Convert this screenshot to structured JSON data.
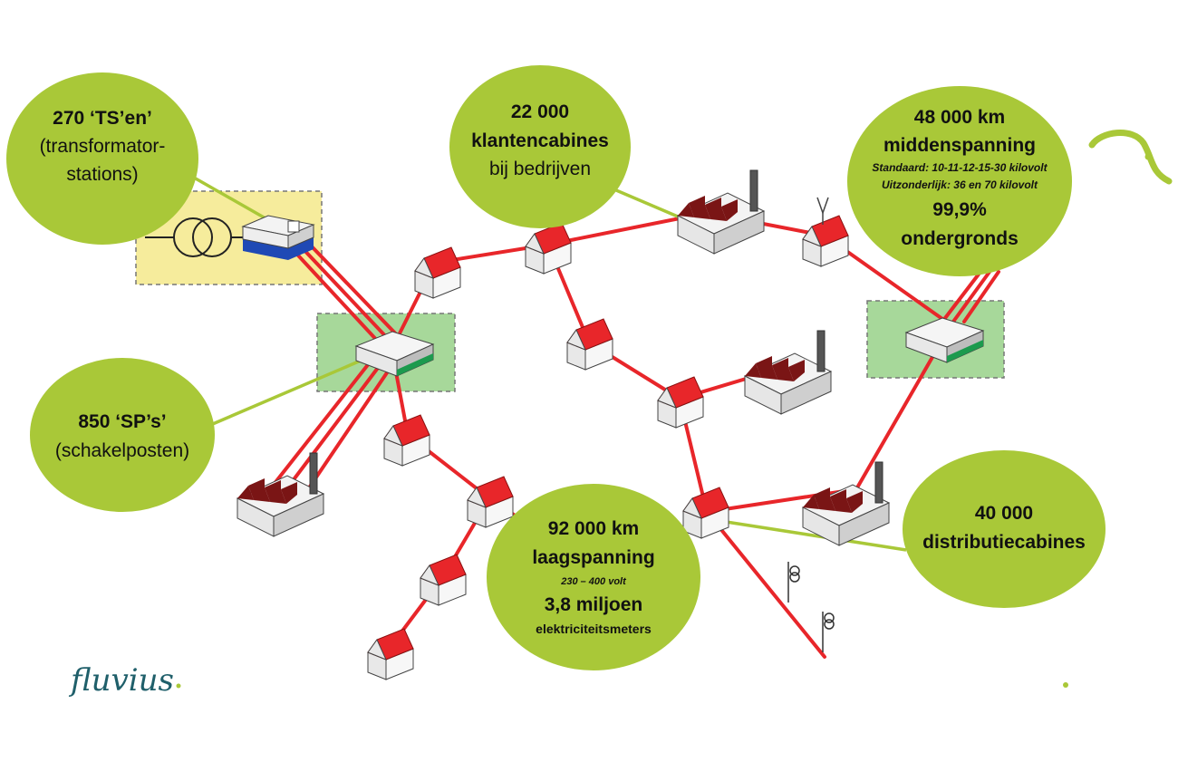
{
  "colors": {
    "bubble": "#a9c838",
    "cable": "#e8262a",
    "connector": "#a9c838",
    "ts_box": "#f6ec9c",
    "sp_box": "#a7d89a",
    "roof": "#e8262a",
    "factory_roof": "#7a1515",
    "ts_stripe": "#1f49b5",
    "sp_stripe": "#1c9a4e",
    "logo": "#1f5f6a"
  },
  "bubbles": {
    "ts": {
      "line1": "270 ‘TS’en’",
      "line2": "(transformator-",
      "line3": "stations)"
    },
    "sp": {
      "line1": "850 ‘SP’s’",
      "line2": "(schakelposten)"
    },
    "klanten": {
      "line1": "22 000",
      "line2": "klantencabines",
      "line3": "bij bedrijven"
    },
    "midden": {
      "line1": "48 000 km",
      "line2": "middenspanning",
      "line3": "Standaard: 10-11-12-15-30 kilovolt",
      "line4": "Uitzonderlijk: 36 en 70 kilovolt",
      "line5": "99,9%",
      "line6": "ondergronds"
    },
    "laag": {
      "line1": "92 000 km",
      "line2": "laagspanning",
      "line3": "230 – 400 volt",
      "line4": "3,8 miljoen",
      "line5": "elektriciteitsmeters"
    },
    "distributie": {
      "line1": "40 000",
      "line2": "distributiecabines"
    }
  },
  "logo": {
    "text": "fluvius",
    "icon": "fluvius-logo"
  }
}
